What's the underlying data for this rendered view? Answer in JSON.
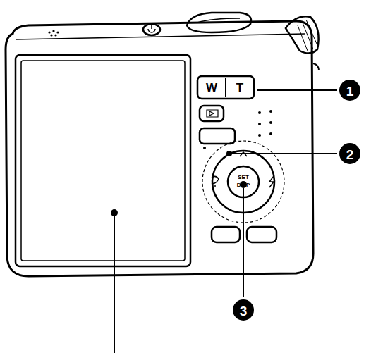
{
  "diagram": {
    "labels": [
      "W",
      "T",
      "SET",
      "DISP",
      "1",
      "2",
      "3"
    ]
  }
}
